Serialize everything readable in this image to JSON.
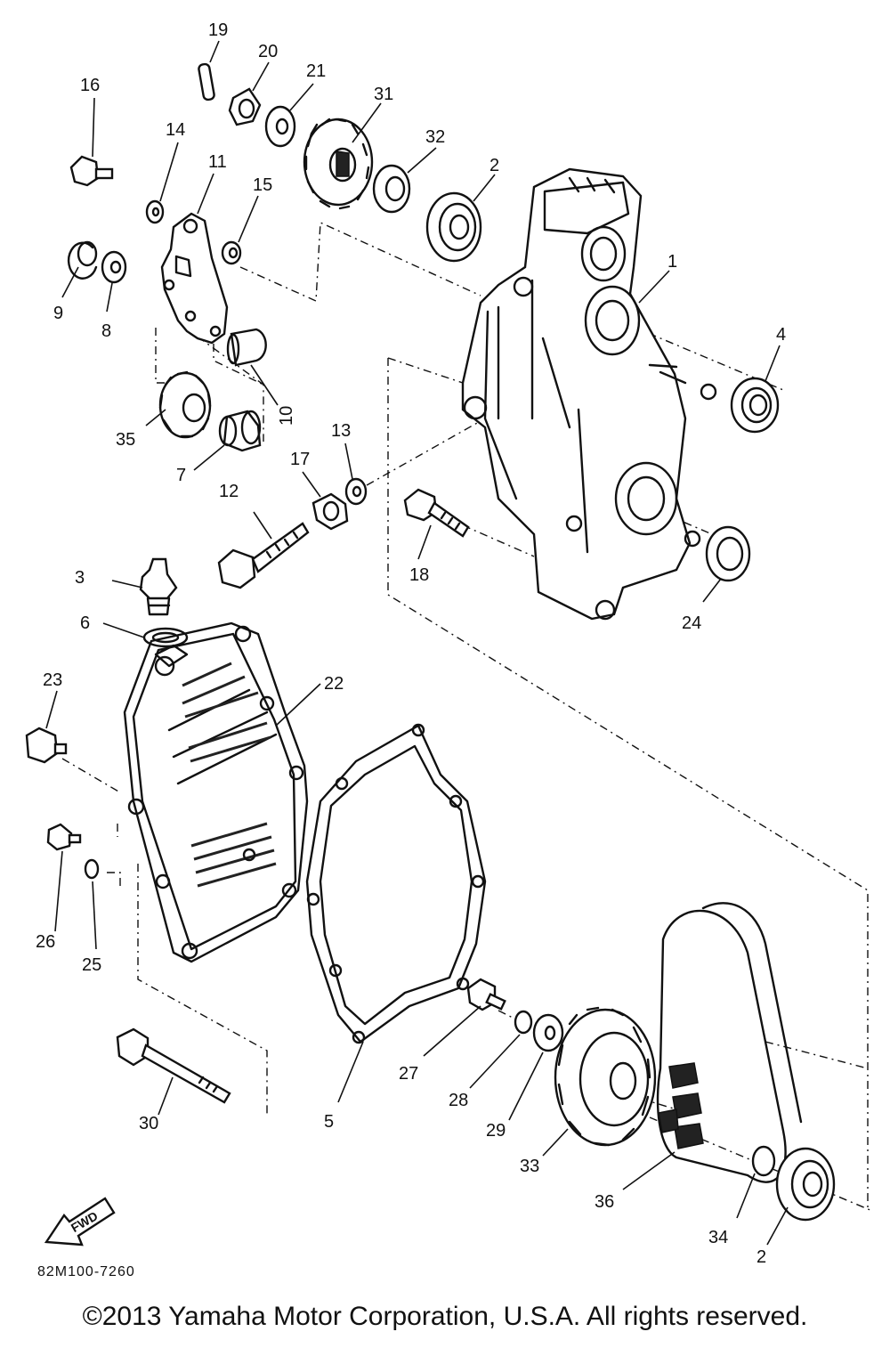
{
  "diagram": {
    "code": "82M100-7260",
    "copyright": "©2013 Yamaha Motor Corporation, U.S.A. All rights reserved.",
    "fwd_label": "FWD",
    "callouts": [
      "1",
      "2",
      "2",
      "3",
      "4",
      "5",
      "6",
      "7",
      "8",
      "9",
      "10",
      "11",
      "12",
      "13",
      "14",
      "15",
      "16",
      "17",
      "18",
      "19",
      "20",
      "21",
      "22",
      "23",
      "24",
      "25",
      "26",
      "27",
      "28",
      "29",
      "30",
      "31",
      "32",
      "33",
      "34",
      "35",
      "36"
    ]
  }
}
